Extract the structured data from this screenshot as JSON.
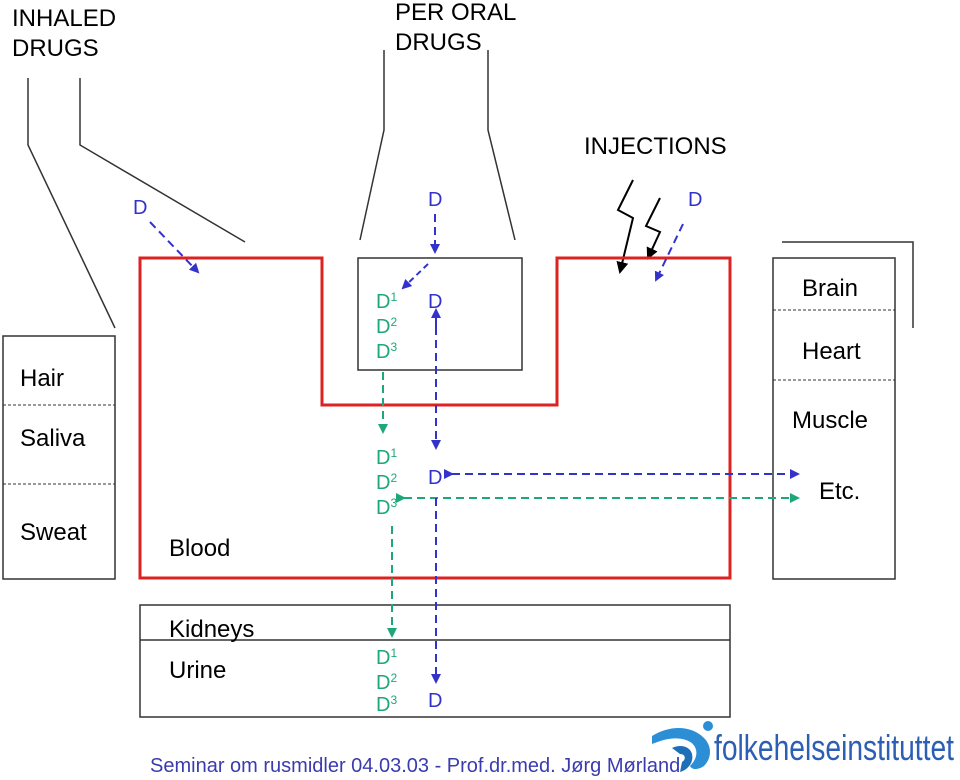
{
  "title_inhaled_1": "INHALED",
  "title_inhaled_2": "DRUGS",
  "title_oral_1": "PER ORAL",
  "title_oral_2": "DRUGS",
  "title_injections": "INJECTIONS",
  "drug": "D",
  "metabolite_letter": "D",
  "sup1": "1",
  "sup2": "2",
  "sup3": "3",
  "left_compartments": [
    "Hair",
    "Saliva",
    "Sweat"
  ],
  "blood_label": "Blood",
  "kidneys_label": "Kidneys",
  "urine_label": "Urine",
  "tissues": [
    "Brain",
    "Heart",
    "Muscle",
    "Etc."
  ],
  "footer": "Seminar om rusmidler 04.03.03 - Prof.dr.med. Jørg Mørland",
  "logo_text": "folkehelseinstituttet",
  "colors": {
    "blood_outline": "#dd2222",
    "parent_drug": "#3333cc",
    "metabolites": "#1ea87a",
    "footer_text": "#3b3bb0",
    "logo": "#2c5fb3"
  }
}
